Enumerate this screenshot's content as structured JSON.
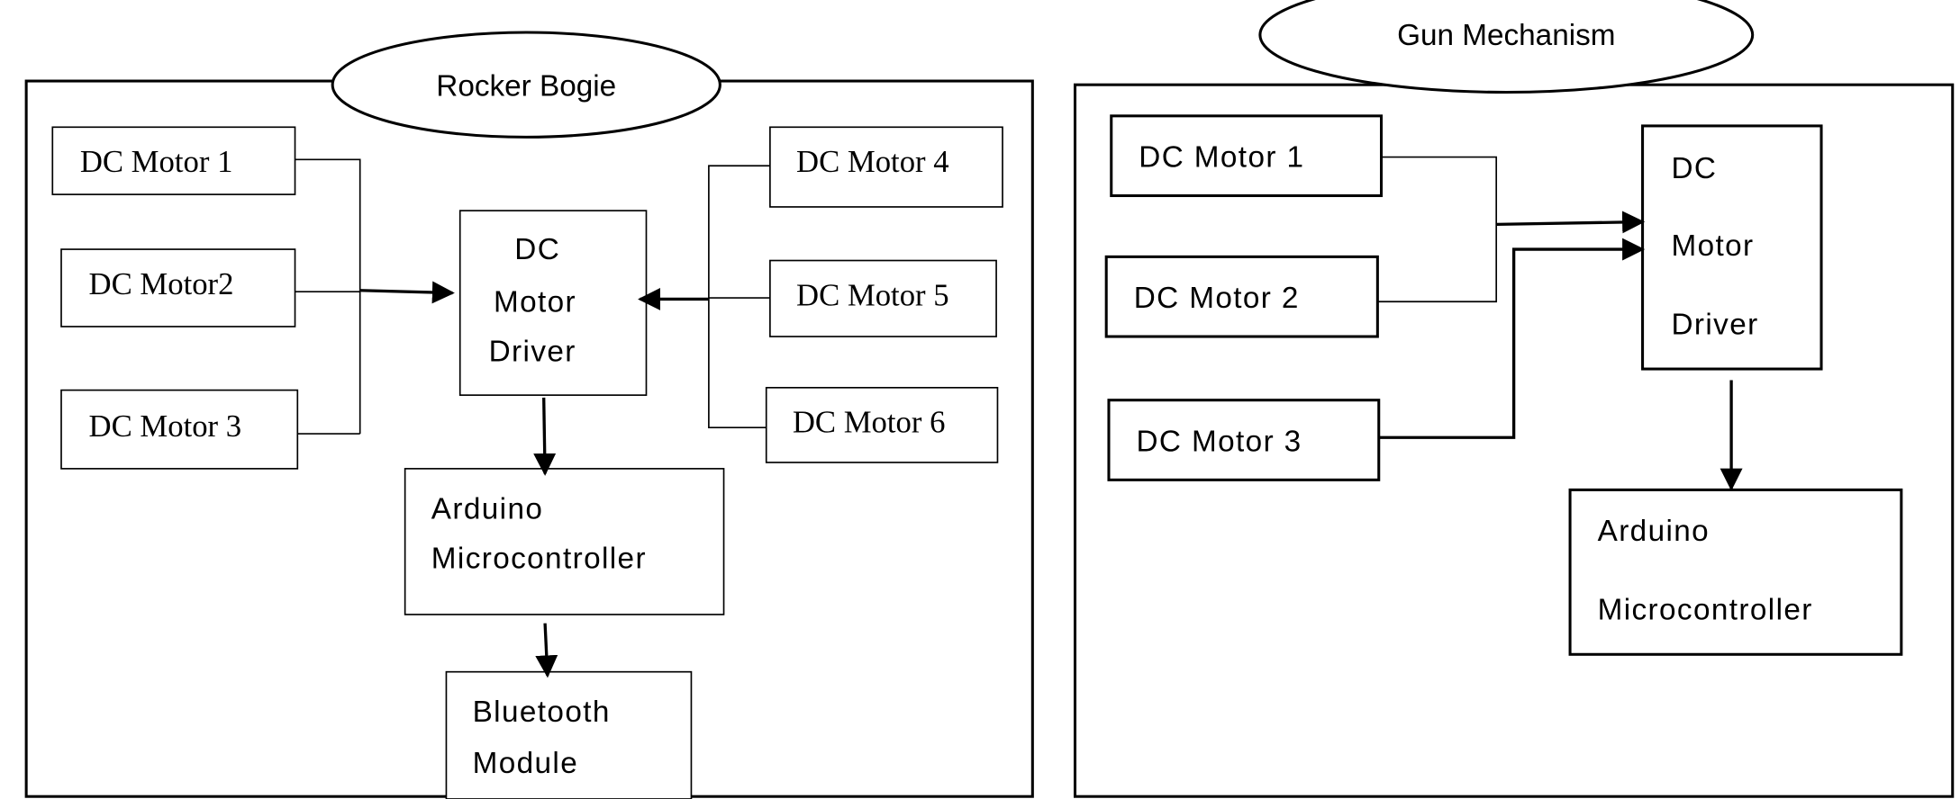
{
  "rocker_bogie": {
    "title": "Rocker Bogie",
    "motor1": "DC Motor 1",
    "motor2": "DC Motor2",
    "motor3": "DC Motor 3",
    "motor4": "DC Motor 4",
    "motor5": "DC Motor 5",
    "motor6": "DC Motor 6",
    "driver": [
      "DC",
      "Motor",
      "Driver"
    ],
    "controller": [
      "Arduino",
      "Microcontroller"
    ],
    "bluetooth": [
      "Bluetooth",
      "Module"
    ]
  },
  "gun_mechanism": {
    "title": "Gun Mechanism",
    "motor1": "DC Motor 1",
    "motor2": "DC Motor 2",
    "motor3": "DC Motor 3",
    "driver": [
      "DC",
      "Motor",
      "Driver"
    ],
    "controller": [
      "Arduino",
      "Microcontroller"
    ]
  }
}
